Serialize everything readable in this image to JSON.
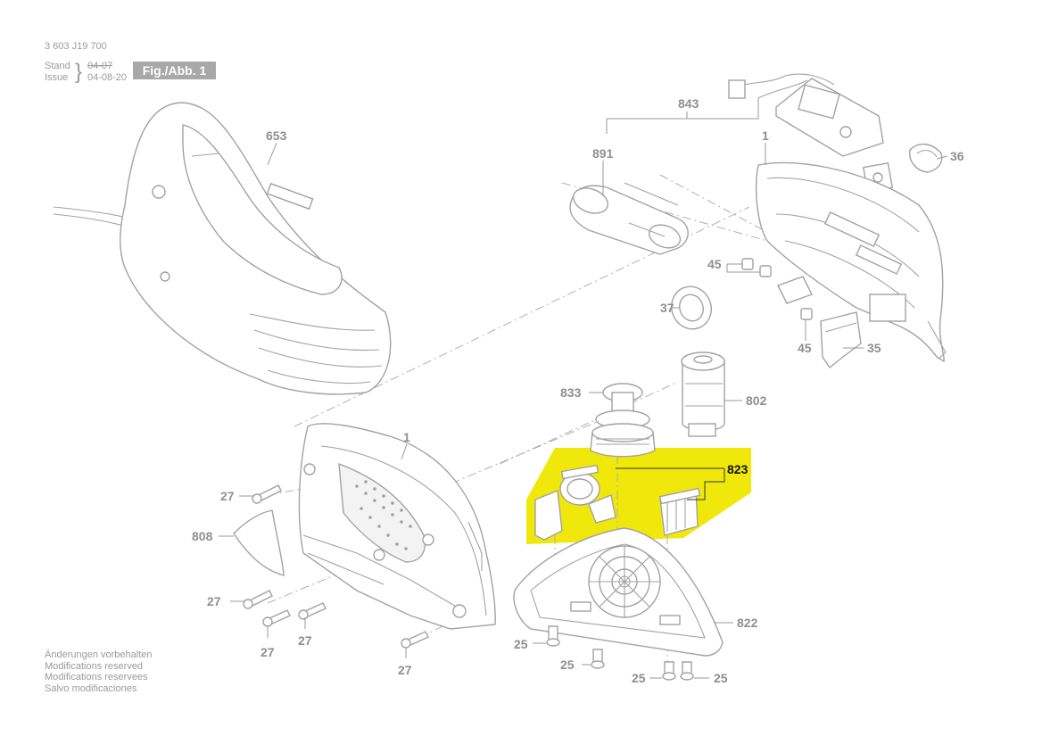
{
  "header": {
    "doc_number": "3 603 J19 700",
    "stand_label": "Stand",
    "issue_label": "Issue",
    "stand_date": "04-07",
    "issue_date": "04-08-20",
    "figure_badge": "Fig./Abb. 1"
  },
  "footer": {
    "lines": [
      "Änderungen vorbehalten",
      "Modifications reserved",
      "Modifications reservees",
      "Salvo modificaciones"
    ]
  },
  "callouts": {
    "c653": "653",
    "c843": "843",
    "c891": "891",
    "c1_top": "1",
    "c36": "36",
    "c45_a": "45",
    "c37": "37",
    "c45_b": "45",
    "c35": "35",
    "c833": "833",
    "c802": "802",
    "c1_mid": "1",
    "c823": "823",
    "c27_a": "27",
    "c808": "808",
    "c27_b": "27",
    "c27_c": "27",
    "c27_d": "27",
    "c27_e": "27",
    "c822": "822",
    "c25_a": "25",
    "c25_b": "25",
    "c25_c": "25",
    "c25_d": "25"
  },
  "colors": {
    "highlight": "#f0e80a",
    "line": "#a2a2a2",
    "badge": "#a8a8a8"
  }
}
